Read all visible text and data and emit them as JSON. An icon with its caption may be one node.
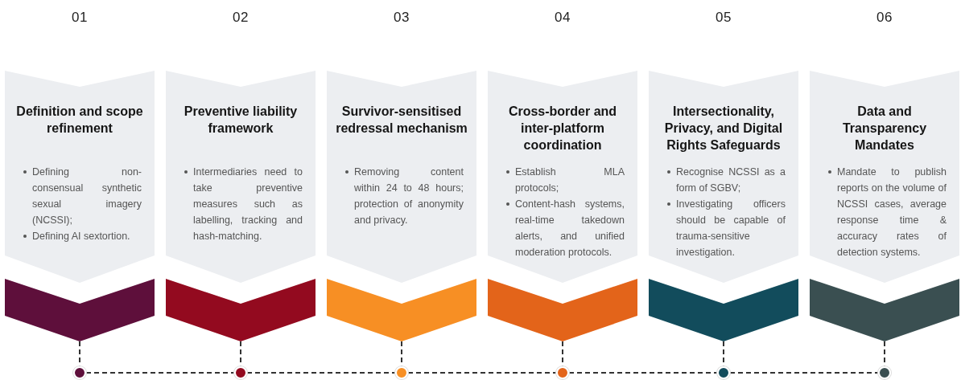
{
  "diagram": {
    "nodes": [
      {
        "text": [
          "Definition and scope refinement",
          "Defining non-consensual synthetic sexual imagery (NCSSI);",
          "Defining AI sextortion."
        ],
        "beside": [
          "01"
        ]
      },
      {
        "text": [
          "Preventive liability framework",
          "Intermediaries need to take preventive measures such as labelling, tracking and hash-matching."
        ],
        "beside": [
          "02"
        ]
      },
      {
        "text": [
          "Survivor-sensitised redressal mechanism",
          "Removing content within 24 to 48 hours; protection of anonymity and privacy."
        ],
        "beside": [
          "03"
        ]
      },
      {
        "text": [
          "Cross-border and inter-platform coordination",
          "Establish MLA protocols;",
          "Content-hash systems, real-time takedown alerts, and unified moderation protocols."
        ],
        "beside": [
          "04"
        ]
      },
      {
        "text": [
          "Intersectionality, Privacy, and Digital Rights Safeguards",
          "Recognise NCSSI as a form of SGBV;",
          "Investigating officers should be capable of trauma-sensitive investigation."
        ],
        "beside": [
          "05"
        ]
      },
      {
        "text": [
          "Data and Transparency Mandates",
          "Mandate to publish reports on the volume of NCSSI cases, average response time & accuracy rates of detection systems."
        ],
        "beside": [
          "06"
        ]
      },
      {
        "text": [],
        "shape": "chevron"
      },
      {
        "text": [],
        "shape": "chevron"
      },
      {
        "text": [],
        "shape": "chevron"
      },
      {
        "text": [],
        "shape": "chevron"
      },
      {
        "text": [],
        "shape": "chevron"
      },
      {
        "text": [],
        "shape": "chevron"
      },
      {
        "text": [],
        "shape": "circle"
      },
      {
        "text": [],
        "shape": "circle"
      },
      {
        "text": [],
        "shape": "circle"
      },
      {
        "text": [],
        "shape": "circle"
      },
      {
        "text": [],
        "shape": "circle"
      },
      {
        "text": [],
        "shape": "circle"
      }
    ],
    "edges": [
      {
        "from": 6,
        "to": 12,
        "arrow": "none",
        "style": "dashed"
      },
      {
        "from": 7,
        "to": 13,
        "arrow": "none",
        "style": "dashed"
      },
      {
        "from": 8,
        "to": 14,
        "arrow": "none",
        "style": "dashed"
      },
      {
        "from": 9,
        "to": 15,
        "arrow": "none",
        "style": "dashed"
      },
      {
        "from": 10,
        "to": 16,
        "arrow": "none",
        "style": "dashed"
      },
      {
        "from": 11,
        "to": 17,
        "arrow": "none",
        "style": "dashed"
      },
      {
        "from": 12,
        "to": 13,
        "arrow": "none",
        "style": "dashed"
      },
      {
        "from": 13,
        "to": 14,
        "arrow": "none",
        "style": "dashed"
      },
      {
        "from": 14,
        "to": 15,
        "arrow": "none",
        "style": "dashed"
      },
      {
        "from": 15,
        "to": 16,
        "arrow": "none",
        "style": "dashed"
      },
      {
        "from": 16,
        "to": 17,
        "arrow": "none",
        "style": "dashed"
      }
    ]
  }
}
